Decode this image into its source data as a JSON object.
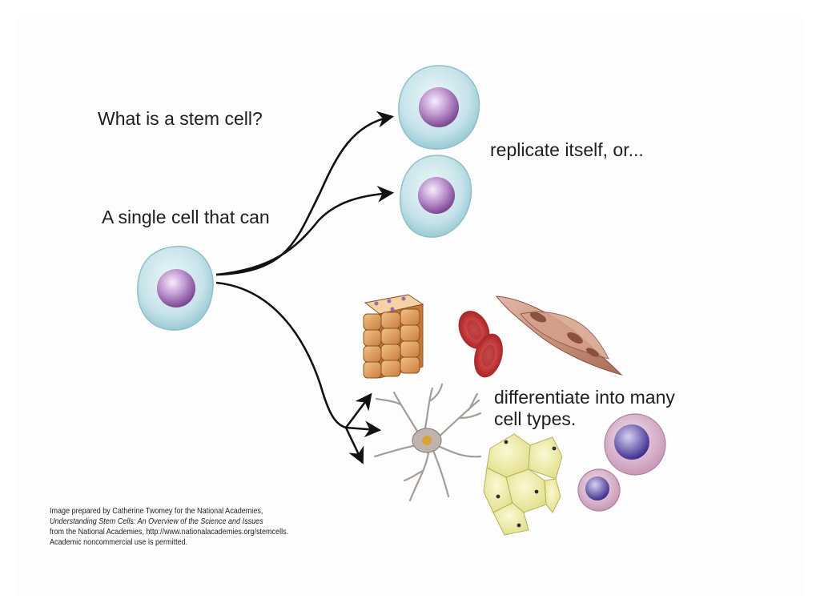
{
  "title": "What is a stem cell?",
  "intro": "A single cell that can",
  "replicate_label": "replicate itself, or...",
  "differentiate_label_1": "differentiate into many",
  "differentiate_label_2": "cell types.",
  "credit": {
    "line1": "Image prepared by Catherine Twomey for the National Academies,",
    "line2": "Understanding Stem Cells: An Overview of the Science and Issues",
    "line3": "from the National Academies, http://www.nationalacademies.org/stemcells.",
    "line4": "Academic noncommercial use is permitted."
  },
  "colors": {
    "cell_membrane": "#bfe0e6",
    "nucleus": "#8e5aa8",
    "arrow": "#111111",
    "red_blood_cell": "#c63a3a",
    "muscle_cell": "#c9907a",
    "epithelial_cell": "#e3a46a",
    "fat_cell": "#eeeaa0",
    "neuron": "#b3aaa4",
    "white_blood_cell": "#d8b2cc"
  }
}
